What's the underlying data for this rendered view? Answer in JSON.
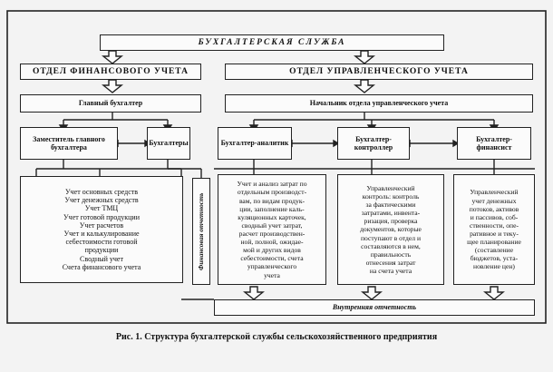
{
  "title": "БУХГАЛТЕРСКАЯ СЛУЖБА",
  "dept_fin": "ОТДЕЛ ФИНАНСОВОГО УЧЕТА",
  "dept_mgmt": "ОТДЕЛ УПРАВЛЕНЧЕСКОГО УЧЕТА",
  "chief_accountant": "Главный бухгалтер",
  "mgmt_head": "Начальник отдела управленческого учета",
  "deputy": "Заместитель главного бухгалтера",
  "accountants": "Бухгалтеры",
  "analyst": "Бухгалтер-аналитик",
  "controller": "Бухгалтер-контроллер",
  "financier": "Бухгалтер-финансист",
  "fin_list": [
    "Учет основных средств",
    "Учет денежных средств",
    "Учет ТМЦ",
    "Учет готовой продукции",
    "Учет расчетов",
    "Учет и калькулирование",
    "себестоимости готовой",
    "продукции",
    "Сводный учет",
    "Счета финансового учета"
  ],
  "fin_reporting": "Финансовая отчетность",
  "analyst_text": [
    "Учет и анализ затрат по",
    "отдельным производст-",
    "вам, по видам продук-",
    "ции, заполнение каль-",
    "куляционных карточек,",
    "сводный учет затрат,",
    "расчет производствен-",
    "ной, полной, ожидае-",
    "мой и других видов",
    "себестоимости, счета",
    "управленческого",
    "учета"
  ],
  "controller_text": [
    "Управленческий",
    "контроль: контроль",
    "за фактическими",
    "затратами, инвента-",
    "ризация, проверка",
    "документов, которые",
    "поступают в отдел и",
    "составляются в нем,",
    "правильность",
    "отнесения затрат",
    "на счета учета"
  ],
  "financier_text": [
    "Управленческий",
    "учет денежных",
    "потоков, активов",
    "и пассивов, соб-",
    "ственности, опе-",
    "ративное и теку-",
    "щее планирование",
    "(составление",
    "бюджетов, уста-",
    "новление цен)"
  ],
  "internal_reporting": "Внутренняя отчетность",
  "caption": "Рис. 1. Структура бухгалтерской службы сельскохозяйственного предприятия"
}
